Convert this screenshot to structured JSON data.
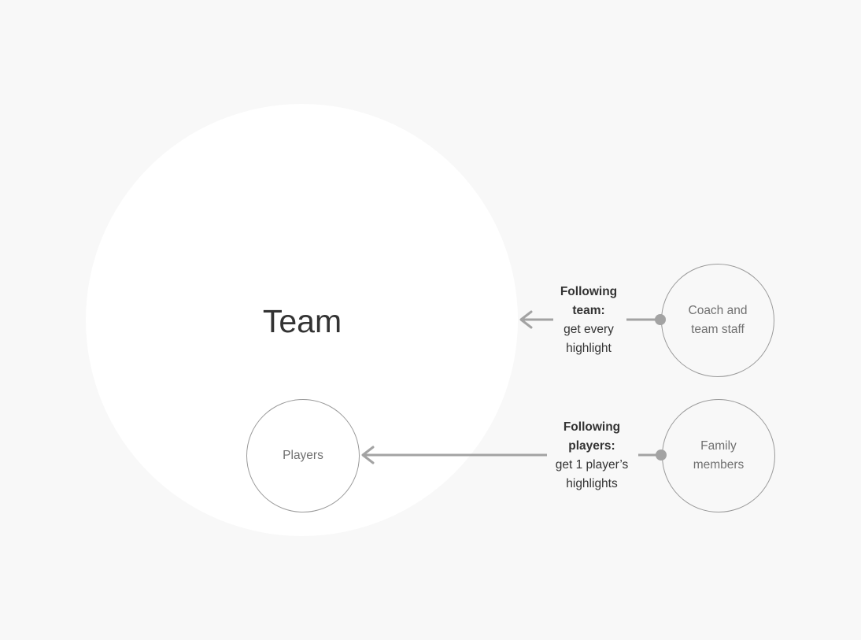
{
  "nodes": {
    "team": {
      "label": "Team"
    },
    "players": {
      "label": "Players"
    },
    "coach": {
      "label_line1": "Coach and",
      "label_line2": "team staff"
    },
    "family": {
      "label_line1": "Family",
      "label_line2": "members"
    }
  },
  "edges": {
    "team_follow": {
      "bold_line1": "Following",
      "bold_line2": "team:",
      "line3": "get every",
      "line4": "highlight"
    },
    "players_follow": {
      "bold_line1": "Following",
      "bold_line2": "players:",
      "line3": "get 1 player’s",
      "line4": "highlights"
    }
  },
  "colors": {
    "background": "#f8f8f8",
    "team_fill": "#ffffff",
    "connector": "#a3a3a3",
    "text_dark": "#333333",
    "text_muted": "#707070"
  }
}
